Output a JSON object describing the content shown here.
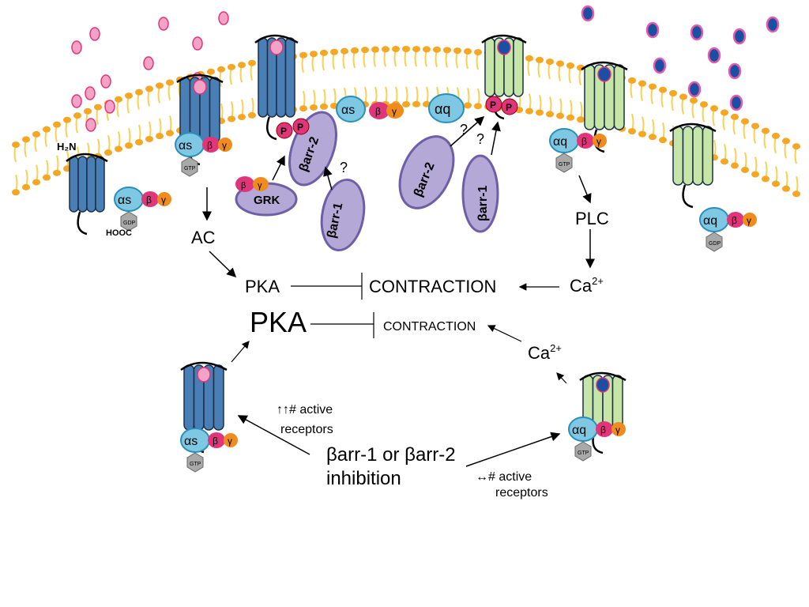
{
  "receptor_top_labels": {
    "n_term": "H₂N",
    "c_term": "HOOC"
  },
  "g_protein": {
    "alpha_s": "αs",
    "alpha_q": "αq",
    "beta": "β",
    "gamma": "γ",
    "gtp": "GTP",
    "gdp": "GDP"
  },
  "phospho": "P",
  "grk": "GRK",
  "barr1": "βarr-1",
  "barr2": "βarr-2",
  "question": "?",
  "upper_pathway": {
    "ac": "AC",
    "pka": "PKA",
    "contraction": "CONTRACTION",
    "plc": "PLC",
    "ca": "Ca",
    "ca_charge": "2+"
  },
  "lower_pathway": {
    "pka": "PKA",
    "contraction": "CONTRACTION",
    "ca": "Ca",
    "ca_charge": "2+",
    "left_note_line1": "↑↑# active",
    "left_note_line2": "receptors",
    "center_line1": "βarr-1 or βarr-2",
    "center_line2": "inhibition",
    "right_note_line1": "↔# active",
    "right_note_line2": "receptors"
  },
  "colors": {
    "beta2_receptor": "#4a7fb5",
    "alpha1_receptor": "#c6e6a8",
    "alpha_subunit": "#7ec8e3",
    "beta_subunit": "#e0357a",
    "gamma_subunit": "#f08c1e",
    "arrestin": "#b3a8d6",
    "lipid_head": "#f5a623",
    "pink_ligand": "#f4a3c6",
    "blue_ligand": "#1a4fa3"
  }
}
